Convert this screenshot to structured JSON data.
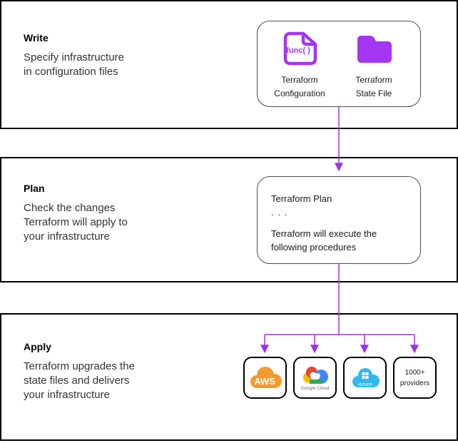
{
  "colors": {
    "icon_purple": "#A435F0",
    "arrow_purple": "#9B33E8",
    "aws_orange": "#F49A2B",
    "azure_blue": "#2FB9EF",
    "gcp_red": "#EA4335",
    "gcp_yellow": "#FBBC05",
    "gcp_blue": "#4285F4",
    "gcp_green": "#34A853",
    "band_border": "#000000"
  },
  "stages": {
    "write": {
      "title": "Write",
      "description": "Specify infrastructure\nin configuration files"
    },
    "plan": {
      "title": "Plan",
      "description": "Check the changes\nTerraform will apply to\nyour infrastructure"
    },
    "apply": {
      "title": "Apply",
      "description": "Terraform upgrades the\nstate files and delivers\nyour infrastructure"
    }
  },
  "write_box": {
    "config_icon_text": "func( )",
    "config_label": "Terraform\nConfiguration",
    "state_label": "Terraform\nState File"
  },
  "plan_box": {
    "title": "Terraform Plan",
    "ellipsis": ". . .",
    "body": "Terraform will execute the\nfollowing procedures"
  },
  "providers": {
    "aws_label": "AWS",
    "gcp_label": "Google Cloud",
    "azure_label": "Azure",
    "other_line1": "1000+",
    "other_line2": "providers"
  }
}
